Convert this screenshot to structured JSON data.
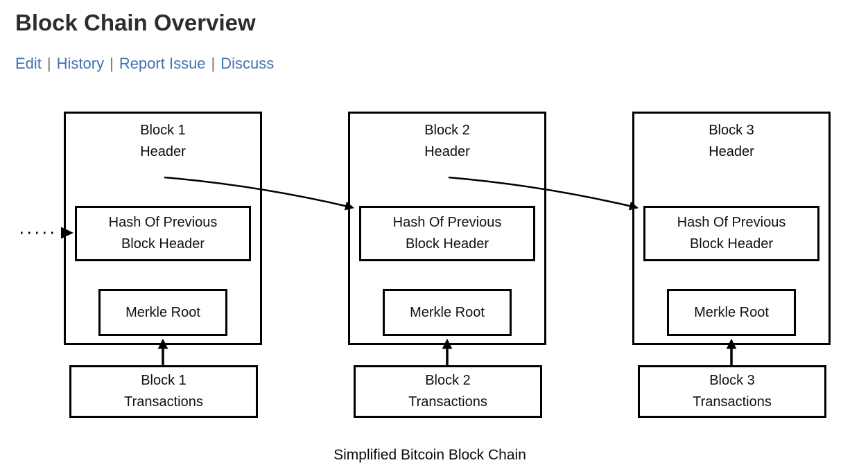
{
  "page": {
    "title": "Block Chain Overview",
    "nav": {
      "separator": "|",
      "links": [
        {
          "label": "Edit"
        },
        {
          "label": "History"
        },
        {
          "label": "Report Issue"
        },
        {
          "label": "Discuss"
        }
      ]
    }
  },
  "diagram": {
    "caption": "Simplified Bitcoin Block Chain",
    "blocks": [
      {
        "header_label": "Block 1\nHeader",
        "hash_label": "Hash Of Previous\nBlock Header",
        "merkle_label": "Merkle Root",
        "transactions_label": "Block 1\nTransactions"
      },
      {
        "header_label": "Block 2\nHeader",
        "hash_label": "Hash Of Previous\nBlock Header",
        "merkle_label": "Merkle Root",
        "transactions_label": "Block 2\nTransactions"
      },
      {
        "header_label": "Block 3\nHeader",
        "hash_label": "Hash Of Previous\nBlock Header",
        "merkle_label": "Merkle Root",
        "transactions_label": "Block 3\nTransactions"
      }
    ],
    "arrows": {
      "dotted_incoming": "points to Block 1 Hash Of Previous Block Header",
      "chain_links": 2,
      "merkle_links": 3
    }
  },
  "colors": {
    "link_blue": "#4272b0",
    "title_dark": "#2d2d2d",
    "line_black": "#000000"
  }
}
